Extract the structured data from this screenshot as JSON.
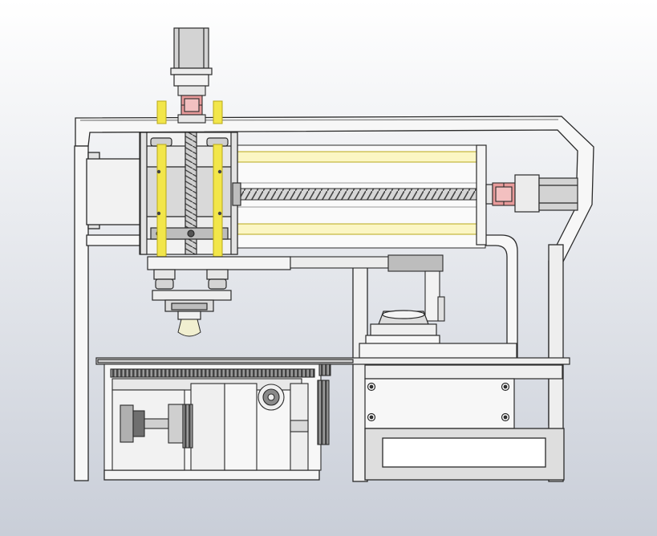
{
  "scene": {
    "kind": "cad-assembly-side-view",
    "background_top": "#ffffff",
    "background_bottom": "#c9ced8",
    "colors": {
      "frame": "#f7f7f7",
      "frame_shade": "#bdbdbd",
      "outline": "#2a2a2a",
      "guide_rod": "#f2e64a",
      "guide_rod_edge": "#b8a818",
      "rail_highlight": "#fbf6c4",
      "carriage": "#d9d9d9",
      "motor": "#cfcfcf",
      "coupling": "#e89a9a",
      "ballscrew": "#8a8a8a",
      "spindle_tip": "#f1efd0",
      "gear": "#6f6f6f",
      "hub": "#b0b0b0"
    },
    "parts": [
      "z-axis-stepper-motor",
      "z-axis-coupling",
      "gantry-frame",
      "z-axis-carriage",
      "x-axis-guide-rails",
      "x-axis-ballscrew",
      "x-axis-motor",
      "x-axis-coupling",
      "spindle-holder",
      "spindle-tip",
      "cable-chain",
      "vise-fixture",
      "y-axis-table",
      "y-axis-gearbox",
      "base-plate"
    ]
  }
}
